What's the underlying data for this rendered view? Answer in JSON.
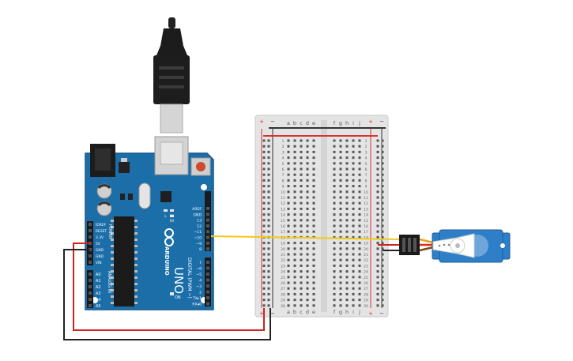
{
  "arduino": {
    "logo": "ARDUINO",
    "model": "UNO",
    "digital_label": "DIGITAL (PWM ~)",
    "power_label": "POWER",
    "analog_label": "ANALOG IN",
    "on_label": "ON",
    "led_tx": "TX",
    "led_rx": "RX",
    "led_l": "L",
    "power_pins": [
      "IOREF",
      "RESET",
      "3.3V",
      "5V",
      "GND",
      "GND",
      "VIN"
    ],
    "analog_pins": [
      "A0",
      "A1",
      "A2",
      "A3",
      "A4",
      "A5"
    ],
    "aref_labels": [
      "AREF",
      "GND",
      "13",
      "12",
      "~11",
      "~10",
      "~9",
      "8"
    ],
    "digital_labels": [
      "7",
      "~6",
      "~5",
      "4",
      "~3",
      "2",
      "TX▸1",
      "RX◂0"
    ]
  },
  "breadboard": {
    "columns_left": [
      "a",
      "b",
      "c",
      "d",
      "e"
    ],
    "columns_right": [
      "f",
      "g",
      "h",
      "i",
      "j"
    ],
    "row_count": 30,
    "plus": "+",
    "minus": "−"
  },
  "colors": {
    "board": "#1b6ea8",
    "board_edge": "#15598a",
    "breadboard": "#e4e4e4",
    "rail_red": "#d8332f",
    "rail_black": "#333333",
    "wire_red": "#d02020",
    "wire_black": "#222222",
    "wire_yellow": "#f2c818",
    "servo": "#2f7fc8"
  }
}
